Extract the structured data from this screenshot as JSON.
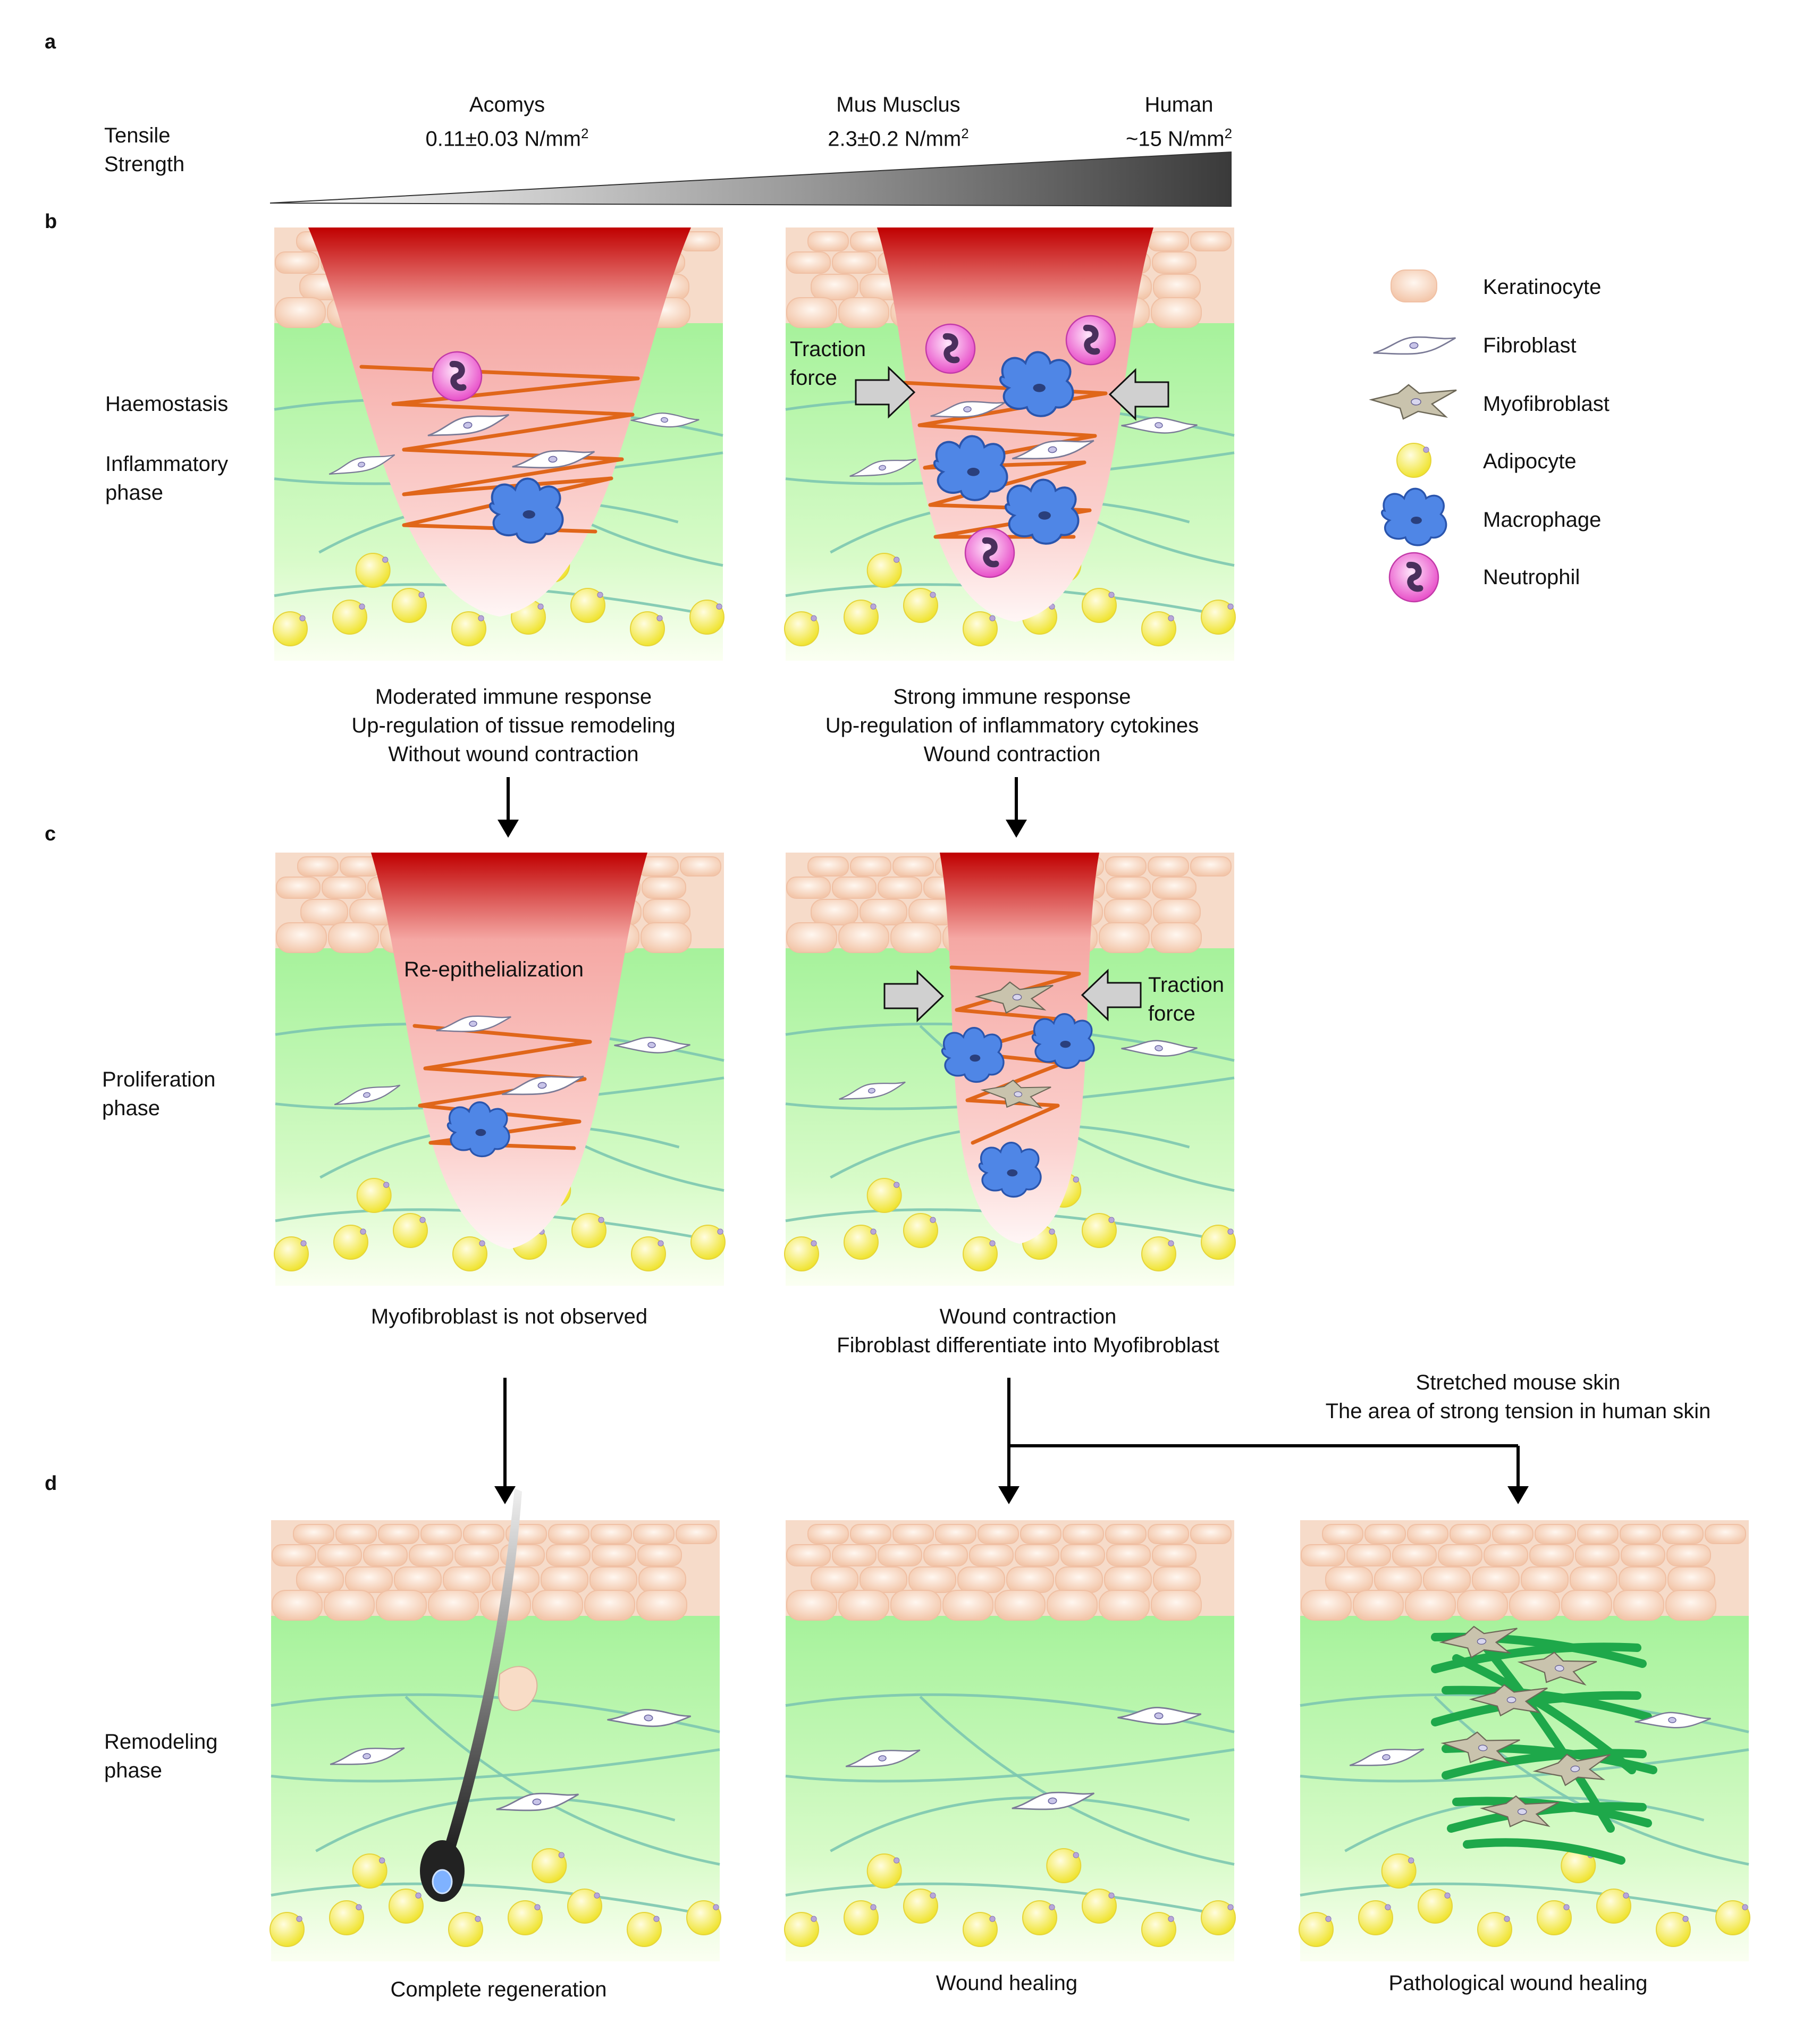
{
  "panel_labels": {
    "a": "a",
    "b": "b",
    "c": "c",
    "d": "d"
  },
  "tensile": {
    "label_line1": "Tensile",
    "label_line2": "Strength",
    "species": [
      {
        "name": "Acomys",
        "value": "0.11±0.03 N/mm",
        "sup": "2"
      },
      {
        "name": "Mus Musclus",
        "value": "2.3±0.2 N/mm",
        "sup": "2"
      },
      {
        "name": "Human",
        "value": "~15 N/mm",
        "sup": "2"
      }
    ]
  },
  "row_b": {
    "label_line1": "Haemostasis",
    "label_line2": "Inflammatory",
    "label_line3": "phase",
    "traction_line1": "Traction",
    "traction_line2": "force",
    "left_caption": [
      "Moderated immune response",
      "Up-regulation of tissue remodeling",
      "Without wound contraction"
    ],
    "right_caption": [
      "Strong immune response",
      "Up-regulation of inflammatory cytokines",
      "Wound contraction"
    ]
  },
  "row_c": {
    "label_line1": "Proliferation",
    "label_line2": "phase",
    "reepi": "Re-epithelialization",
    "traction_line1": "Traction",
    "traction_line2": "force",
    "left_caption": [
      "Myofibroblast is not observed"
    ],
    "right_caption": [
      "Wound contraction",
      "Fibroblast differentiate into Myofibroblast"
    ]
  },
  "row_d": {
    "label_line1": "Remodeling",
    "label_line2": "phase",
    "branch_line1": "Stretched mouse skin",
    "branch_line2": "The area of strong tension in human skin",
    "captions": [
      "Complete regeneration",
      "Wound healing",
      "Pathological wound healing"
    ]
  },
  "legend": [
    {
      "icon": "keratinocyte",
      "label": "Keratinocyte"
    },
    {
      "icon": "fibroblast",
      "label": "Fibroblast"
    },
    {
      "icon": "myofibroblast",
      "label": "Myofibroblast"
    },
    {
      "icon": "adipocyte",
      "label": "Adipocyte"
    },
    {
      "icon": "macrophage",
      "label": "Macrophage"
    },
    {
      "icon": "neutrophil",
      "label": "Neutrophil"
    }
  ],
  "colors": {
    "wound_red": "#c00000",
    "wound_pink": "#f6b9b4",
    "dermis_green": "#aef5a3",
    "keratinocyte": "#f7d6c2",
    "adipocyte": "#f5ef50",
    "macrophage": "#4a7fe0",
    "neutrophil": "#f07fd8",
    "collagen": "#e0661a",
    "scar": "#1ea84a"
  }
}
